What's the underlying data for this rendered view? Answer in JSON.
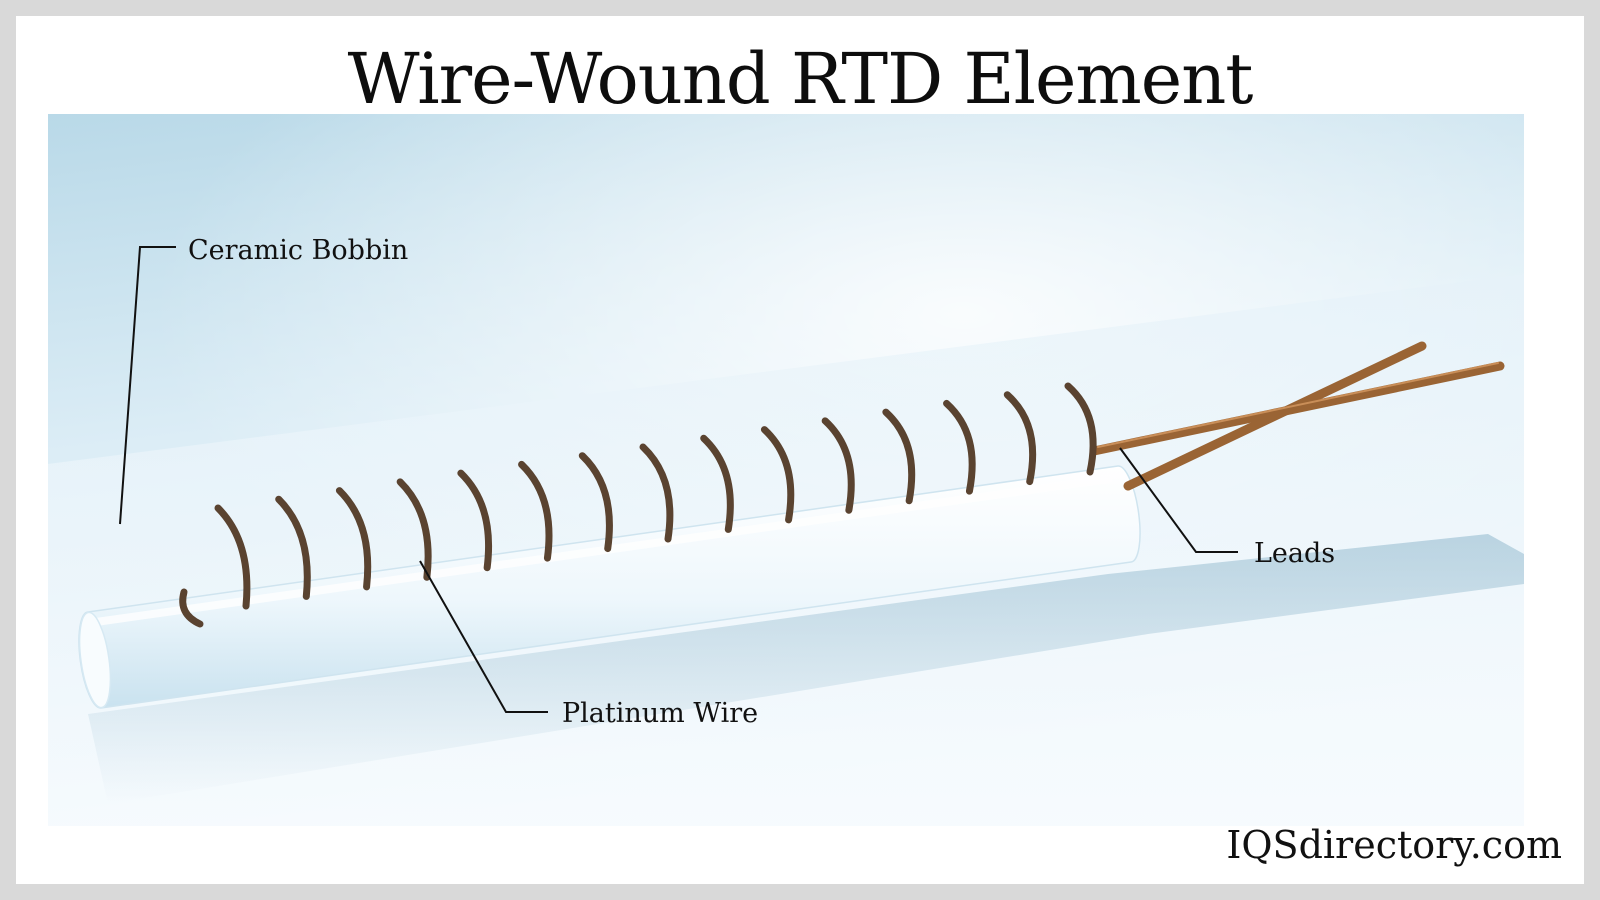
{
  "title": "Wire-Wound RTD Element",
  "labels": {
    "ceramic_bobbin": "Ceramic Bobbin",
    "platinum_wire": "Platinum Wire",
    "leads": "Leads"
  },
  "watermark": "IQSdirectory.com",
  "colors": {
    "background_light": "#f3f9fd",
    "background_blue": "#bcdbe9",
    "bobbin": "#f4fafd",
    "coil": "#5a4330",
    "lead": "#9a6434",
    "leader_line": "#111111"
  }
}
